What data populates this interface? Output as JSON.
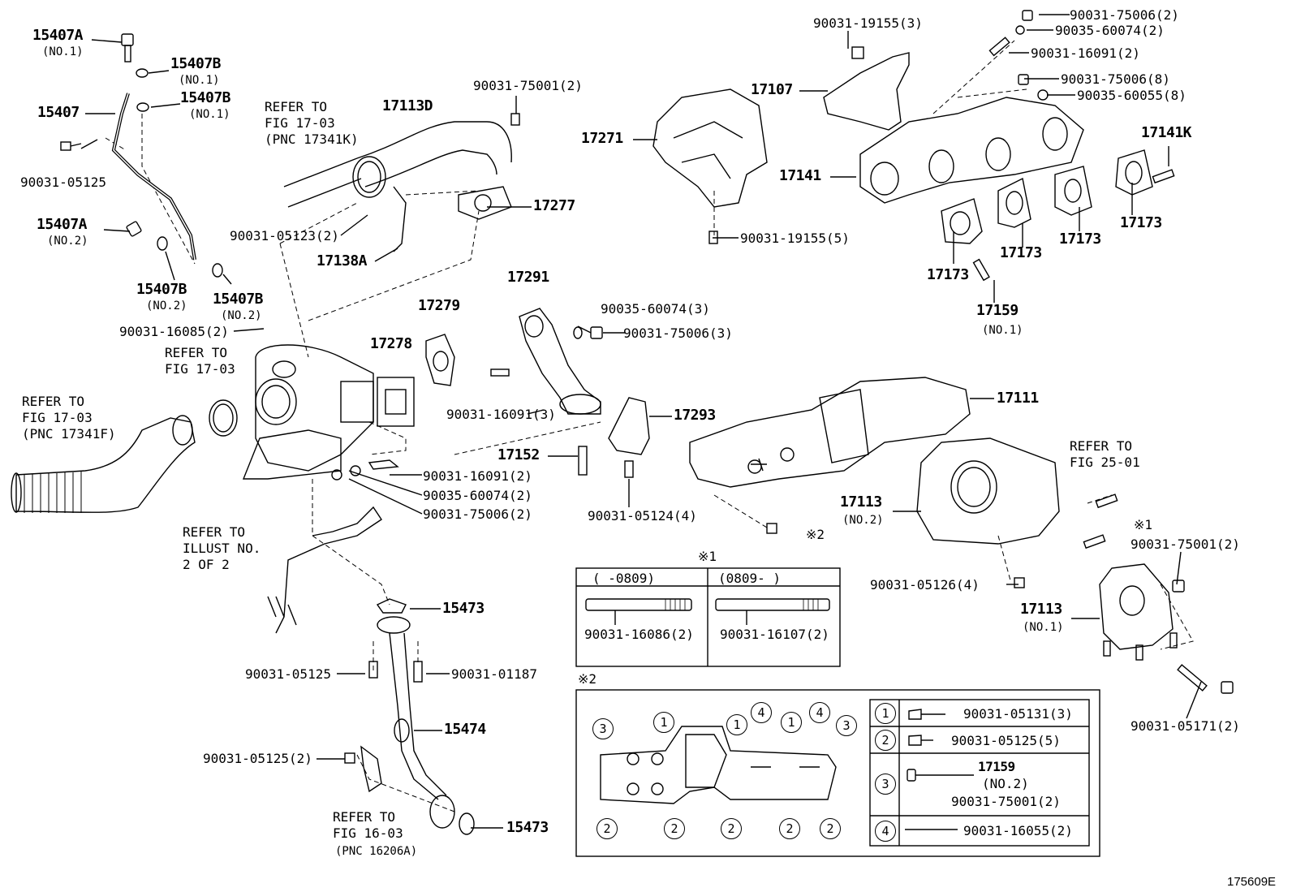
{
  "parts": {
    "p15407A_1": "15407A",
    "p15407A_1_sub": "(NO.1)",
    "p15407B_1a": "15407B",
    "p15407B_1a_sub": "(NO.1)",
    "p15407B_1b": "15407B",
    "p15407B_1b_sub": "(NO.1)",
    "p15407": "15407",
    "p90031_05125a": "90031-05125",
    "p15407A_2": "15407A",
    "p15407A_2_sub": "(NO.2)",
    "p15407B_2a": "15407B",
    "p15407B_2a_sub": "(NO.2)",
    "p15407B_2b": "15407B",
    "p15407B_2b_sub": "(NO.2)",
    "p90031_16085": "90031-16085(2)",
    "p17113D": "17113D",
    "p90031_75001a": "90031-75001(2)",
    "p17277": "17277",
    "p90031_05123": "90031-05123(2)",
    "p17138A": "17138A",
    "p17279": "17279",
    "p17278": "17278",
    "p17291": "17291",
    "p90035_60074a": "90035-60074(3)",
    "p90031_75006a": "90031-75006(3)",
    "p90031_16091a": "90031-16091(3)",
    "p17293": "17293",
    "p17152": "17152",
    "p90031_16091b": "90031-16091(2)",
    "p90035_60074b": "90035-60074(2)",
    "p90031_75006b": "90031-75006(2)",
    "p90031_05124": "90031-05124(4)",
    "p90031_19155a": "90031-19155(3)",
    "p17107": "17107",
    "p17271": "17271",
    "p90031_19155b": "90031-19155(5)",
    "p17141": "17141",
    "p90031_75006c": "90031-75006(2)",
    "p90035_60074c": "90035-60074(2)",
    "p90031_16091c": "90031-16091(2)",
    "p90031_75006d": "90031-75006(8)",
    "p90035_60055": "90035-60055(8)",
    "p17141K": "17141K",
    "p17173a": "17173",
    "p17173b": "17173",
    "p17173c": "17173",
    "p17173d": "17173",
    "p17159": "17159",
    "p17159_sub": "(NO.1)",
    "p17111": "17111",
    "p17113_2": "17113",
    "p17113_2_sub": "(NO.2)",
    "p90031_05126": "90031-05126(4)",
    "p90031_75001b": "90031-75001(2)",
    "p17113_1": "17113",
    "p17113_1_sub": "(NO.1)",
    "p90031_05171": "90031-05171(2)",
    "p15473a": "15473",
    "p90031_05125b": "90031-05125",
    "p90031_01187": "90031-01187",
    "p15474": "15474",
    "p90031_05125c": "90031-05125(2)",
    "p15473b": "15473",
    "mark1": "※1",
    "mark2": "※2",
    "mark1b": "※1",
    "mark2b": "※2",
    "figure_code": "175609E"
  },
  "refs": {
    "r_17341K": "REFER TO\nFIG 17-03\n(PNC 17341K)",
    "r_17_03": "REFER TO\nFIG 17-03",
    "r_17341F": "REFER TO\nFIG 17-03\n(PNC 17341F)",
    "r_illust": "REFER TO\nILLUST NO.\n2 OF 2",
    "r_25_01": "REFER TO\nFIG 25-01",
    "r_16206A": "REFER TO\nFIG 16-03"
  },
  "ref_16206A_sub": "(PNC 16206A)",
  "table1": {
    "col1_header": "(     -0809)",
    "col2_header": "(0809-     )",
    "col1_part": "90031-16086(2)",
    "col2_part": "90031-16107(2)"
  },
  "table2": {
    "rows": [
      {
        "num": "1",
        "part": "90031-05131(3)"
      },
      {
        "num": "2",
        "part": "90031-05125(5)"
      },
      {
        "num": "3",
        "part": "17159",
        "part_sub": "(NO.2)",
        "part2": "90031-75001(2)"
      },
      {
        "num": "4",
        "part": "90031-16055(2)"
      }
    ]
  },
  "gasket_callouts": [
    "3",
    "1",
    "1",
    "4",
    "1",
    "4",
    "3",
    "2",
    "2",
    "2",
    "2",
    "2"
  ]
}
